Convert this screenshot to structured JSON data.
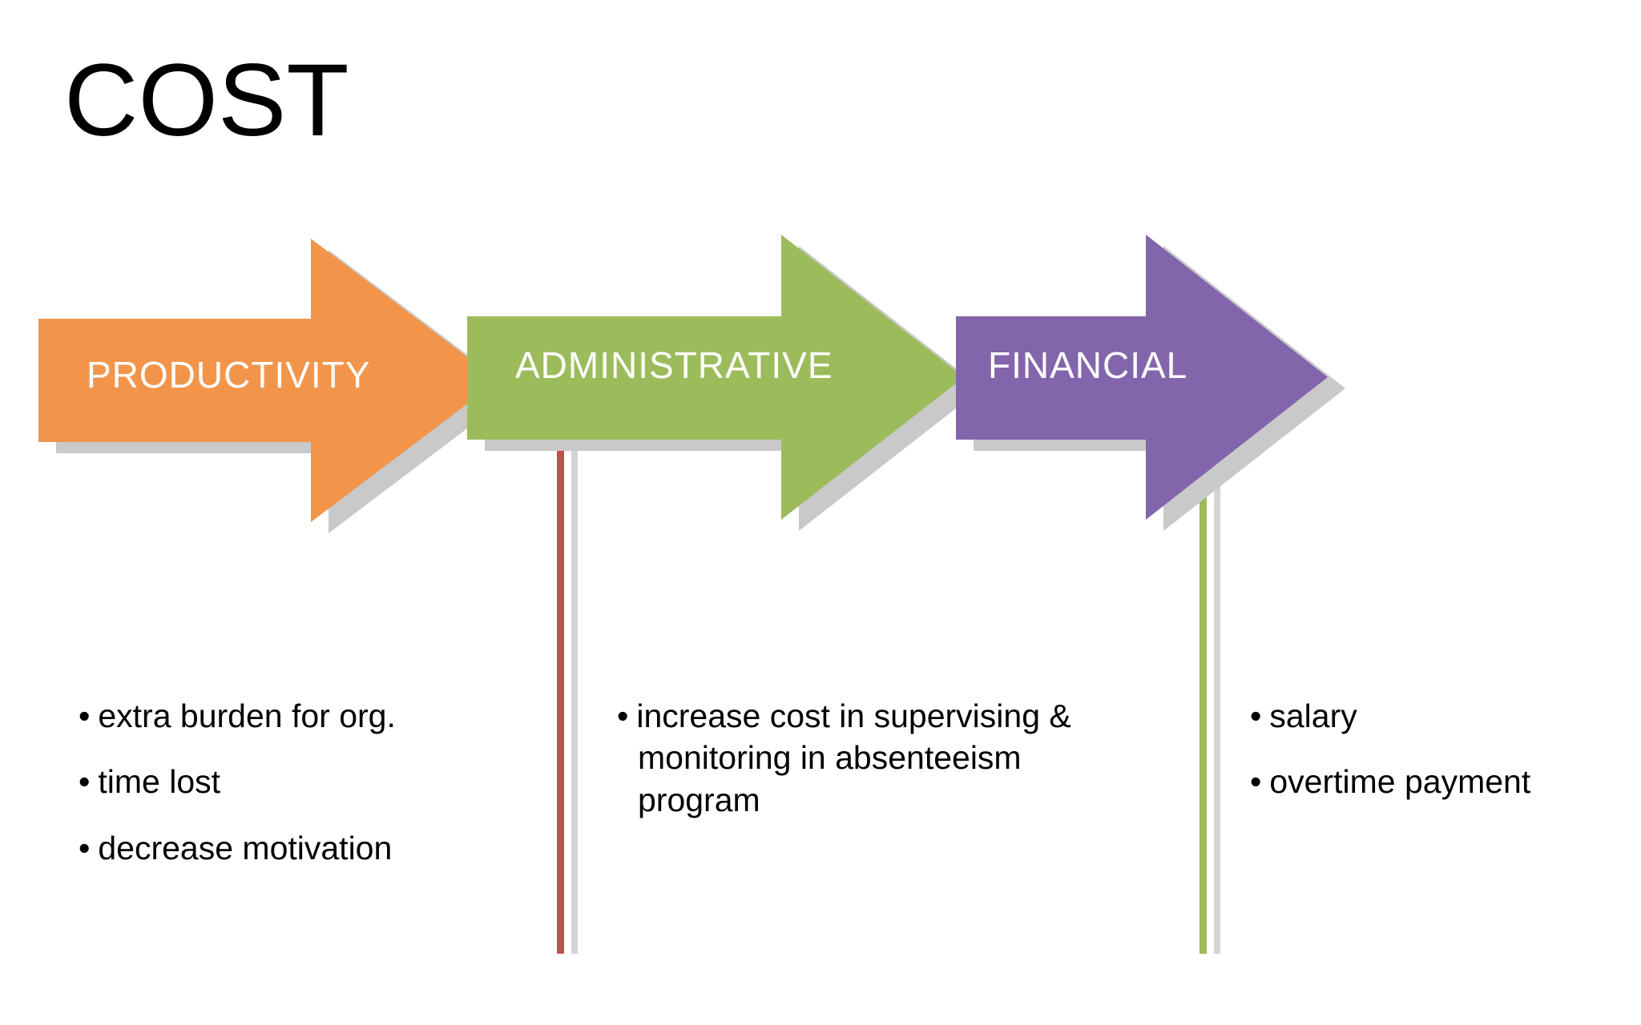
{
  "slide": {
    "title": "COST",
    "background_color": "#FFFFFF"
  },
  "arrows": [
    {
      "id": "productivity",
      "label": "PRODUCTIVITY",
      "color": "#F2954B",
      "shadow_color": "#C9C9C9",
      "label_color": "#FFFFFF",
      "direction": "right"
    },
    {
      "id": "administrative",
      "label": "ADMINISTRATIVE",
      "color": "#9CBC5C",
      "shadow_color": "#C9C9C9",
      "label_color": "#FFFFFF",
      "direction": "right"
    },
    {
      "id": "financial",
      "label": "FINANCIAL",
      "color": "#8265AB",
      "shadow_color": "#C9C9C9",
      "label_color": "#FFFFFF",
      "direction": "right"
    }
  ],
  "dividers": [
    {
      "id": "divider-1",
      "color": "#C0504D",
      "shadow_color": "#D4D4D4"
    },
    {
      "id": "divider-2",
      "color": "#9BBB59",
      "shadow_color": "#D4D4D4"
    }
  ],
  "columns": [
    {
      "id": "productivity-points",
      "bullets": [
        "extra burden for org.",
        "time lost",
        "decrease motivation"
      ]
    },
    {
      "id": "administrative-points",
      "bullets": [
        "increase cost in supervising & monitoring in absenteeism program"
      ]
    },
    {
      "id": "financial-points",
      "bullets": [
        "salary",
        "overtime payment"
      ]
    }
  ],
  "bullet_glyph": "•"
}
